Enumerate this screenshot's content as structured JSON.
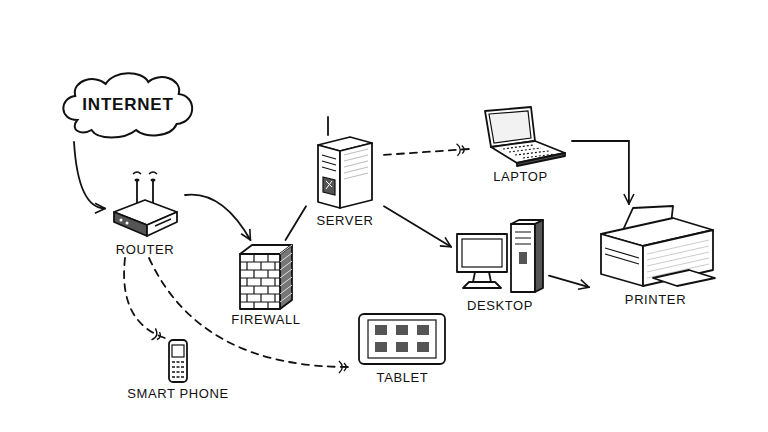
{
  "diagram": {
    "nodes": [
      {
        "text": [
          "INTERNET"
        ]
      },
      {
        "text": [
          "ROUTER"
        ]
      },
      {
        "text": [
          "FIREWALL"
        ]
      },
      {
        "text": [
          "SERVER"
        ]
      },
      {
        "text": [
          "LAPTOP"
        ]
      },
      {
        "text": [
          "DESKTOP"
        ]
      },
      {
        "text": [
          "PRINTER"
        ]
      },
      {
        "text": [
          "SMART PHONE"
        ]
      },
      {
        "text": [
          "TABLET"
        ]
      }
    ],
    "edges": [
      {
        "from": 0,
        "to": 1,
        "arrow": "to"
      },
      {
        "from": 1,
        "to": 2,
        "arrow": "to"
      },
      {
        "from": 2,
        "to": 3,
        "arrow": "none"
      },
      {
        "from": 3,
        "to": 4,
        "arrow": "none"
      },
      {
        "from": 3,
        "to": 5,
        "arrow": "to"
      },
      {
        "from": 4,
        "to": 6,
        "arrow": "to"
      },
      {
        "from": 5,
        "to": 6,
        "arrow": "to"
      },
      {
        "from": 1,
        "to": 7,
        "arrow": "none"
      },
      {
        "from": 1,
        "to": 8,
        "arrow": "none"
      }
    ]
  }
}
